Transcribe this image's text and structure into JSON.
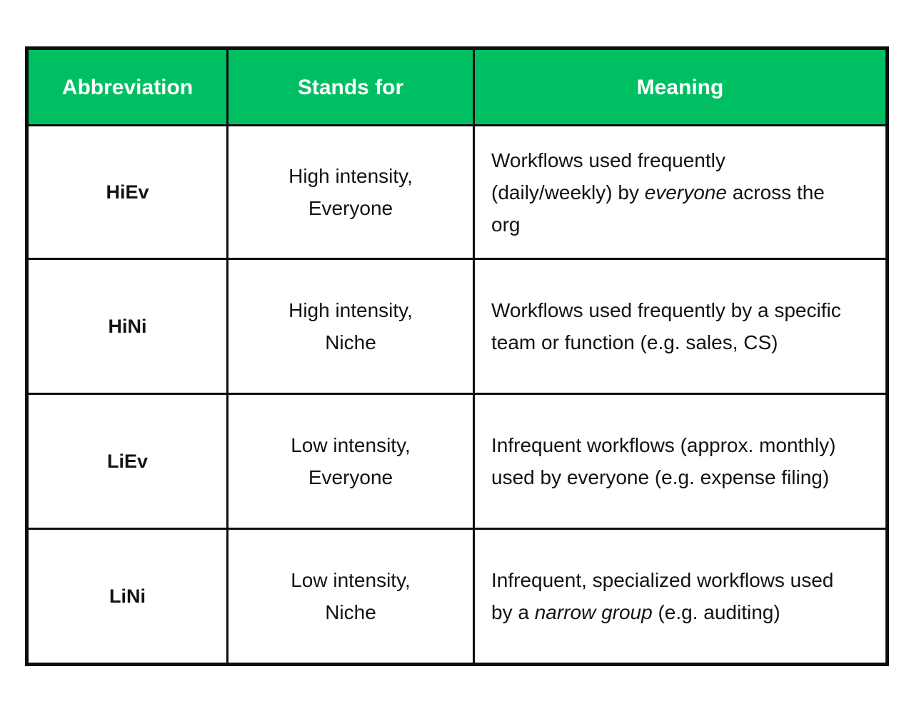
{
  "page": {
    "background_color": "#ffffff"
  },
  "table": {
    "accent_green": "#00bf63",
    "header_text_color": "#ffffff",
    "border_color": "#0d0d0d",
    "body_text_color": "#131313",
    "headers": [
      "Abbreviation",
      "Stands for",
      "Meaning"
    ],
    "rows": [
      {
        "abbreviation": "HiEv",
        "stands_for": "High intensity,\nEveryone",
        "meaning": [
          {
            "text": "Workflows used frequently (daily/weekly) by "
          },
          {
            "text": "everyone",
            "italic": true
          },
          {
            "text": " across the org"
          }
        ]
      },
      {
        "abbreviation": "HiNi",
        "stands_for": "High intensity,\nNiche",
        "meaning": [
          {
            "text": "Workflows used frequently by a specific team or function (e.g. sales, CS)"
          }
        ]
      },
      {
        "abbreviation": "LiEv",
        "stands_for": "Low intensity,\nEveryone",
        "meaning": [
          {
            "text": "Infrequent workflows (approx. monthly) used by everyone (e.g. expense filing)"
          }
        ]
      },
      {
        "abbreviation": "LiNi",
        "stands_for": "Low intensity,\nNiche",
        "meaning": [
          {
            "text": "Infrequent, specialized workflows used by a "
          },
          {
            "text": "narrow group",
            "italic": true
          },
          {
            "text": " (e.g. auditing)"
          }
        ]
      }
    ]
  }
}
